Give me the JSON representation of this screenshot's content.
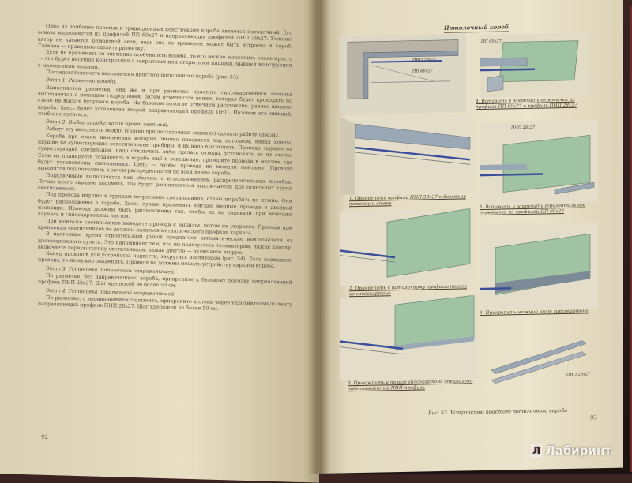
{
  "left_page": {
    "paragraphs": [
      {
        "type": "body",
        "text": "Одна из наиболее простых и традиционных конструкций короба является потолочный. Его основа выполняется из профилей ПП 60х27 и направляющих профилей ПНП 28х27. Условие автор не касается ремонтной сети, ведь она со временем может быть встроена в короб. Главное — правильно сделать разметку."
      },
      {
        "type": "body",
        "text": "Если не принимать во внимание особенность короба, то его можно выполнить очень просто — это будет несущая конструкция с закрытыми или открытыми нишами, бывшей конструкции с маленькими нишами."
      },
      {
        "type": "body",
        "text": "Последовательность выполнения простого потолочного короба (рис. 53)."
      },
      {
        "type": "step",
        "text": "Этап 1. Разметка короба."
      },
      {
        "type": "body",
        "text": "Выполняется разметка, она же и при разметке простого гипсокартонного потолка выполняется с помощью гидроуровня. Затем отмечается линия, которая будет проходить по стене на высоте будущего короба. На базовом полотне отмечаем расстояние, равное ширине короба. Здесь будет установлен второй направляющий профиль ПНП. Назовем его нижний, чтобы не путаться."
      },
      {
        "type": "step",
        "text": "Этап 2. Выбор короба: какой будет светлый."
      },
      {
        "type": "body",
        "text": "Работу эту выполнять можно (только при достаточных знаниях) сделать работу самому."
      },
      {
        "type": "body",
        "text": "Короба при своем назначении которых обычно находятся под потолком, найдя концы, идущие на существующие осветительные приборы, и их надо выключить. Провода, идущие на существующий светильник, надо отключить либо сделать отводы, установить их из стены. Если вы планируете установить в коробе ещё и освещение, проведите провода к местам, где будут установлены светильники. Цель — чтобы провода не мешали монтажу. Провода выводятся под потолком, а затем распределяются по всей длине короба."
      },
      {
        "type": "body",
        "text": "Подключение выполняется как обычно, с использованием распределительных коробок. Лучше всего заранее подумать, где будут располагаться выключатели для отдельных групп светильников."
      },
      {
        "type": "body",
        "text": "Под провода идущие к группам встроенных светильников, стены штробить не нужно. Они будут расположены в коробе. Здесь лучше применять мягкие медные провода в двойной изоляции. Провода должны быть расположены так, чтобы их не задевали при монтаже каркаса и гипсокартонных листов."
      },
      {
        "type": "body",
        "text": "При монтаже светильников выведите провода с запасом, потом их укоротят. Провода при креплении светильников не должны касаться металлического профиля каркаса."
      },
      {
        "type": "body",
        "text": "В настоящее время строительный рынок предлагает автоматические выключатели от дистанционного пульта. Это напоминает тем, что вы пользуетесь телевизором, нажав кнопку, включаете первую группу светильников, нажав другую — включаете вторую."
      },
      {
        "type": "body",
        "text": "Конец проводов для устройства подвести, закрутить изолятором (рис. 54). Если подводные провода, то их нужно закрепить. Провода не должны мешать устройству каркаса короба."
      },
      {
        "type": "step",
        "text": "Этап 3. Установка потолочной направляющей."
      },
      {
        "type": "body",
        "text": "По разметке, без направляющего короба, прикрепите к базовому потолку направляющий профиль ПНП 28х27. Шаг крепежей не более 50 см."
      },
      {
        "type": "step",
        "text": "Этап 4. Установка пристенной направляющей."
      },
      {
        "type": "body",
        "text": "По разметке, с выравниванием горизонта, прикрепите к стене через уплотнительную ленту направляющий профиль ПНП 28х27. Шаг крепежей не более 50 см."
      }
    ],
    "page_number": "92"
  },
  "right_page": {
    "header": "Потолочный короб",
    "page_number": "93",
    "figure_caption": "Рис. 53. Устройство простого потолочного короба",
    "captions": [
      "1. Прикрепить профили ПНП 28х27 к базовому потолку и стене",
      "2. Прикрепить к потолочному профилю полосу из гипсокартона",
      "3. Прикрепить к полосе гипсокартона специально подготовленный ПНП-профиль",
      "4. Вставить и закрепить перемычки из профиля ПП 60х27 в профиль ПНП 28х27",
      "5. Вставить и закрепить горизонтальные перемычки из профилей ПП 60х27",
      "6. Прикрепить нижний лист гипсокартона"
    ],
    "labels": {
      "pnp": "ПНП 28х27",
      "pp": "ПП 60х27",
      "pnp2": "ПНП 28х27",
      "pp2": "ПП 60х27",
      "pnp3": "ПНП 28х27"
    }
  },
  "watermark": {
    "text": "Лабиринт",
    "icon": "labirint-logo-icon"
  },
  "colors": {
    "board": "#9fc3a3",
    "profile": "#9aa7b4",
    "wall": "#dcd6c6",
    "blue_strip": "#3b4f9a"
  }
}
